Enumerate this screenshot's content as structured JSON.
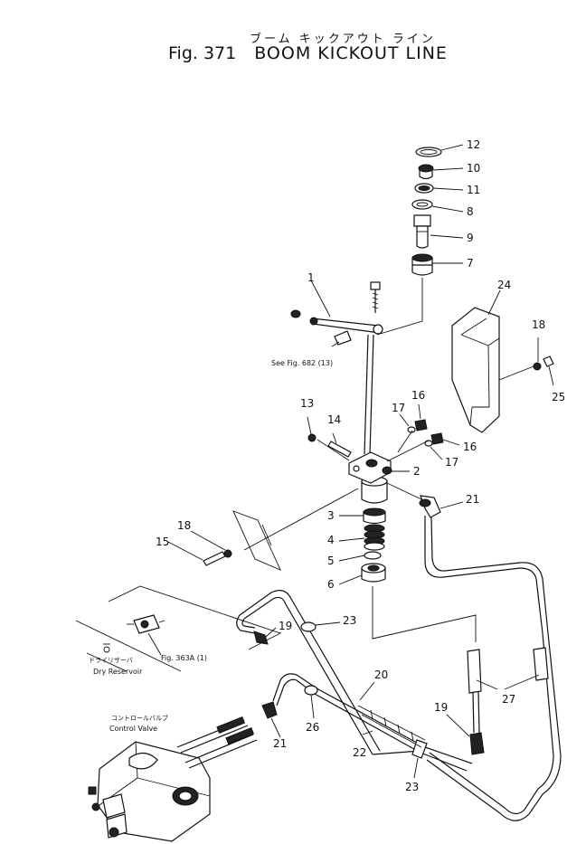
{
  "title": {
    "japanese": "ブーム キックアウト ライン",
    "figure": "Fig. 371",
    "name": "BOOM KICKOUT LINE"
  },
  "notes": {
    "see_fig_682": "See Fig. 682 (13)",
    "fig_363a": "Fig. 363A (1)",
    "dry_reservoir_jp": "ドライリザーバ",
    "dry_reservoir": "Dry Reservoir",
    "control_valve_jp": "コントロールバルブ",
    "control_valve": "Control Valve"
  },
  "callouts": [
    "1",
    "2",
    "3",
    "4",
    "5",
    "6",
    "7",
    "8",
    "9",
    "10",
    "11",
    "12",
    "13",
    "14",
    "15",
    "16",
    "16",
    "17",
    "17",
    "18",
    "18",
    "19",
    "19",
    "20",
    "21",
    "21",
    "22",
    "23",
    "23",
    "24",
    "25",
    "26",
    "27"
  ]
}
